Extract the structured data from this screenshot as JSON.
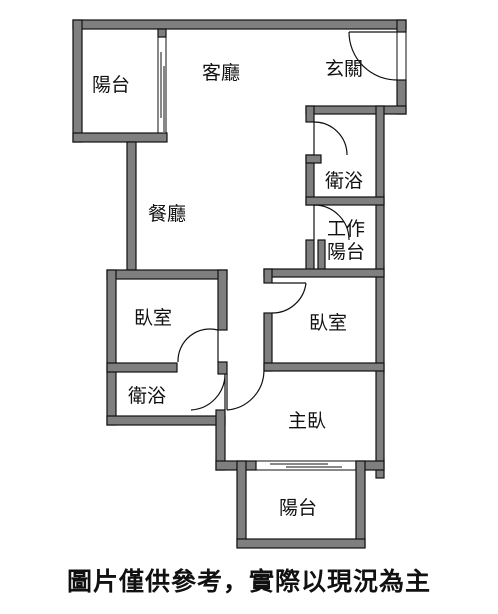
{
  "rooms": {
    "balcony_left": "陽台",
    "living_room": "客廳",
    "entrance": "玄關",
    "bath_top": "衛浴",
    "work_balcony_line1": "工作",
    "work_balcony_line2": "陽台",
    "dining_room": "餐廳",
    "bedroom_left": "臥室",
    "bedroom_right": "臥室",
    "bath_left": "衛浴",
    "master_bedroom": "主臥",
    "balcony_bottom": "陽台"
  },
  "caption": "圖片僅供參考，實際以現況為主",
  "colors": {
    "wall": "#7f7f7f",
    "outline": "#111111",
    "background": "#ffffff"
  }
}
